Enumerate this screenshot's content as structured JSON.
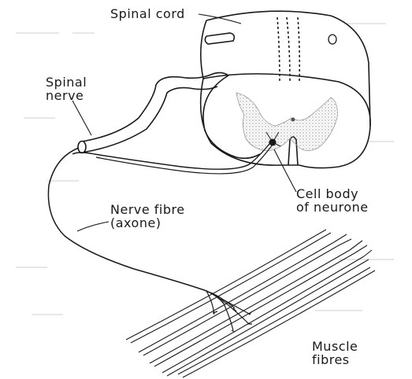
{
  "labels": {
    "spinal_cord": "Spinal cord",
    "spinal_nerve": "Spinal\nnerve",
    "cell_body": "Cell body\nof neurone",
    "nerve_fibre": "Nerve fibre\n(axone)",
    "muscle_fibres": "Muscle\nfibres"
  },
  "colors": {
    "ink": "#1a1a1a",
    "stipple": "#8a8a8a",
    "background": "#ffffff"
  }
}
